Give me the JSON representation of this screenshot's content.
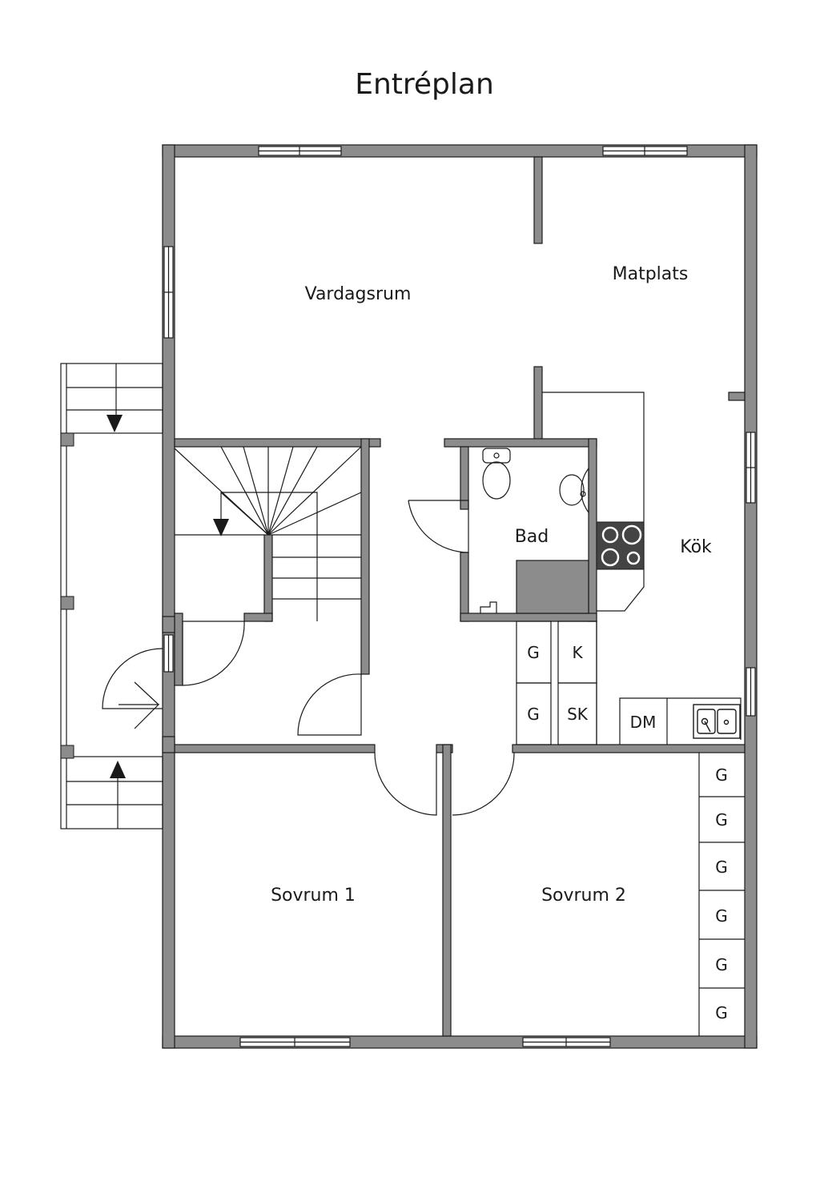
{
  "title": "Entréplan",
  "rooms": {
    "vardagsrum": "Vardagsrum",
    "matplats": "Matplats",
    "bad": "Bad",
    "kok": "Kök",
    "sovrum1": "Sovrum 1",
    "sovrum2": "Sovrum 2"
  },
  "closets": {
    "g1": "G",
    "g2": "G",
    "k": "K",
    "sk": "SK",
    "dm": "DM",
    "wardrobe": [
      "G",
      "G",
      "G",
      "G",
      "G",
      "G"
    ]
  },
  "colors": {
    "wall": "#8c8c8c",
    "line": "#1a1a1a",
    "dark": "#444444"
  }
}
